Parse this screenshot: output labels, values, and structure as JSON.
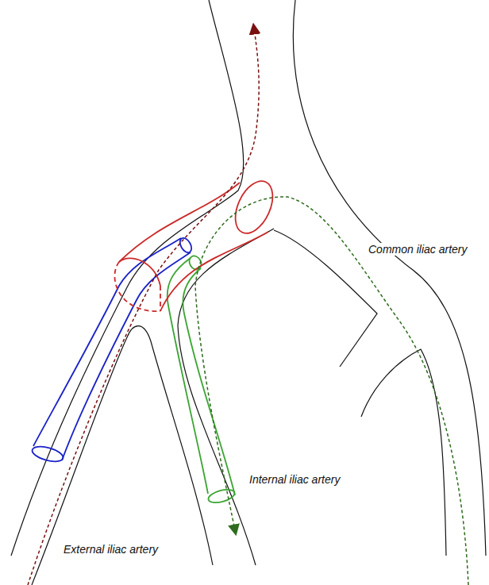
{
  "diagram": {
    "labels": [
      "Common iliac artery",
      "Internal iliac artery",
      "External iliac artery"
    ]
  }
}
